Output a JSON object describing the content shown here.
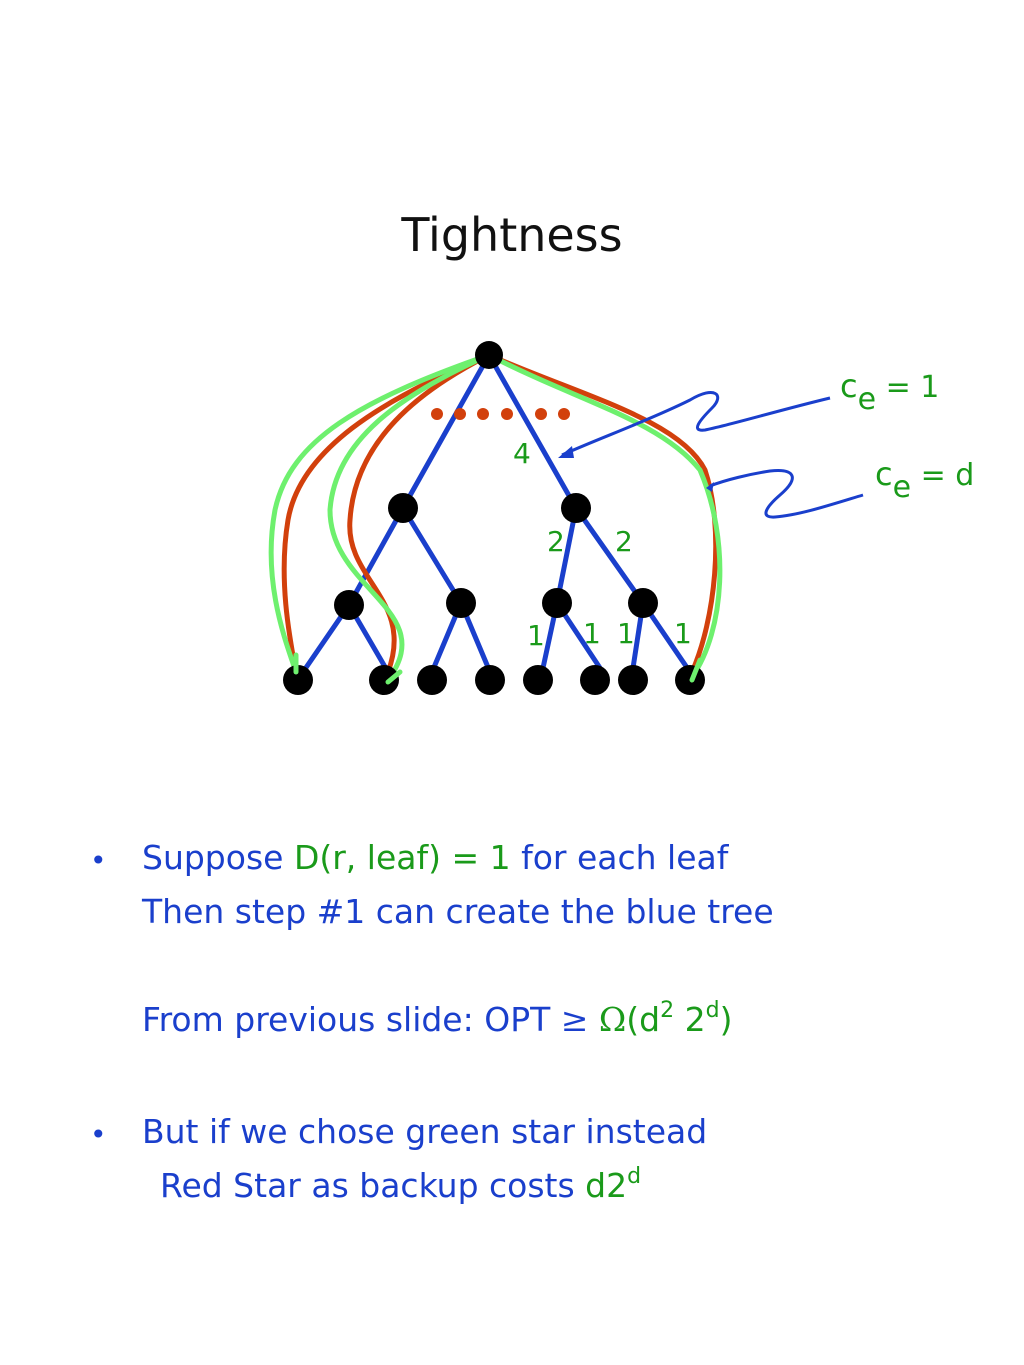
{
  "slide": {
    "title": "Tightness"
  },
  "colors": {
    "tree_blue": "#1a3fcc",
    "red_star": "#d2400c",
    "green_star": "#6ef06e",
    "label_green": "#1a9a1a",
    "node": "#000000"
  },
  "diagram": {
    "edge_weights": {
      "root_edge": "4",
      "level2_left": "2",
      "level2_right": "2",
      "leaf_a": "1",
      "leaf_b": "1",
      "leaf_c": "1",
      "leaf_d": "1"
    },
    "callouts": [
      {
        "symbol": "c",
        "subscript": "e",
        "rest": " = 1"
      },
      {
        "symbol": "c",
        "subscript": "e",
        "rest": " = d"
      }
    ],
    "ellipsis_dot_count": 6
  },
  "bullets": [
    {
      "marker": "•",
      "line1": {
        "pre": "Suppose ",
        "green": "D(r, leaf) = 1",
        "post": " for each leaf"
      },
      "line2": "Then step #1 can create the blue tree",
      "line3": {
        "pre": "From previous slide: OPT ",
        "geq": "≥",
        "omega": "Ω",
        "open": "(d",
        "sup1": "2",
        "mid": " 2",
        "sup2": "d",
        "close": ")"
      }
    },
    {
      "marker": "•",
      "line1": "But if we chose green star instead",
      "line2": {
        "pre": "Red Star as backup costs ",
        "green": "d2",
        "sup": "d"
      }
    }
  ]
}
